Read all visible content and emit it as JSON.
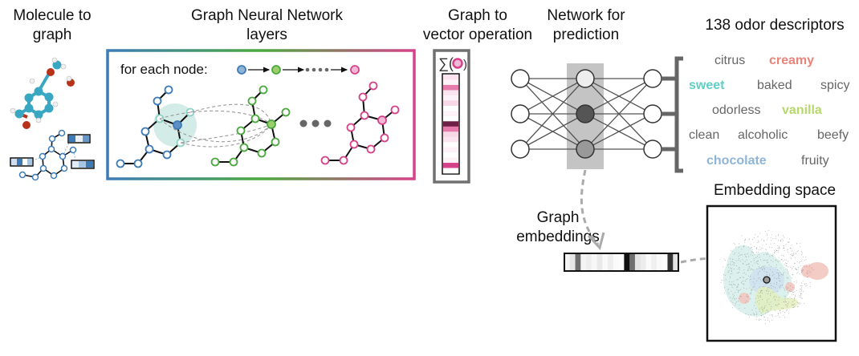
{
  "stages": {
    "molecule_to_graph": {
      "line1": "Molecule to",
      "line2": "graph"
    },
    "gnn_layers": {
      "line1": "Graph Neural Network",
      "line2": "layers",
      "node_label": "for each node:"
    },
    "graph_to_vector": {
      "line1": "Graph to",
      "line2": "vector operation",
      "sum_symbol": "∑(",
      "sum_close": ")"
    },
    "prediction": {
      "line1": "Network for",
      "line2": "prediction"
    },
    "descriptors": {
      "title": "138 odor descriptors"
    },
    "graph_embeddings": {
      "line1": "Graph",
      "line2": "embeddings"
    },
    "embedding_space": {
      "title": "Embedding space"
    }
  },
  "odor_descriptors": [
    {
      "text": "citrus",
      "color": "#666666",
      "bold": false
    },
    {
      "text": "creamy",
      "color": "#e8847a",
      "bold": true
    },
    {
      "text": "sweet",
      "color": "#5fcfc4",
      "bold": true
    },
    {
      "text": "baked",
      "color": "#666666",
      "bold": false
    },
    {
      "text": "spicy",
      "color": "#666666",
      "bold": false
    },
    {
      "text": "odorless",
      "color": "#666666",
      "bold": false
    },
    {
      "text": "vanilla",
      "color": "#b5d96a",
      "bold": true
    },
    {
      "text": "clean",
      "color": "#666666",
      "bold": false
    },
    {
      "text": "alcoholic",
      "color": "#666666",
      "bold": false
    },
    {
      "text": "beefy",
      "color": "#666666",
      "bold": false
    },
    {
      "text": "chocolate",
      "color": "#8fb5d6",
      "bold": true
    },
    {
      "text": "fruity",
      "color": "#666666",
      "bold": false
    }
  ],
  "colors": {
    "layer1": "#3d7bb8",
    "layer1_fill": "#8fb5d6",
    "layer2": "#4aa83e",
    "layer2_fill": "#9ccf6a",
    "layerN": "#d6428a",
    "layerN_fill": "#f2b9d6",
    "neighbor": "#8fd3c6",
    "neighborhood": "#cde9e4",
    "gray_frame": "#707070"
  }
}
